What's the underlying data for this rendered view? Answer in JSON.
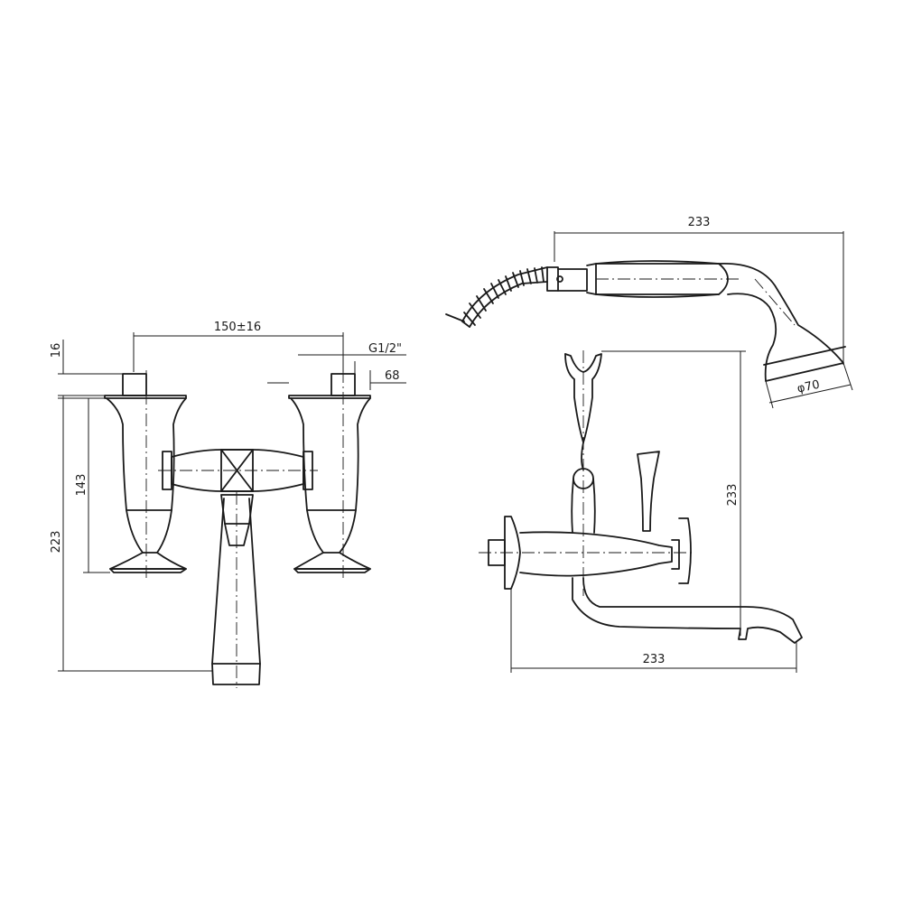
{
  "front_view": {
    "dims": {
      "spacing": "150±16",
      "top_offset": "16",
      "thread": "G1/2\"",
      "inlet": "68",
      "body_height": "143",
      "total_height": "223"
    }
  },
  "side_view": {
    "dims": {
      "handshower_length": "233",
      "head_diameter": "φ70",
      "height": "233",
      "spout_projection": "233"
    }
  }
}
